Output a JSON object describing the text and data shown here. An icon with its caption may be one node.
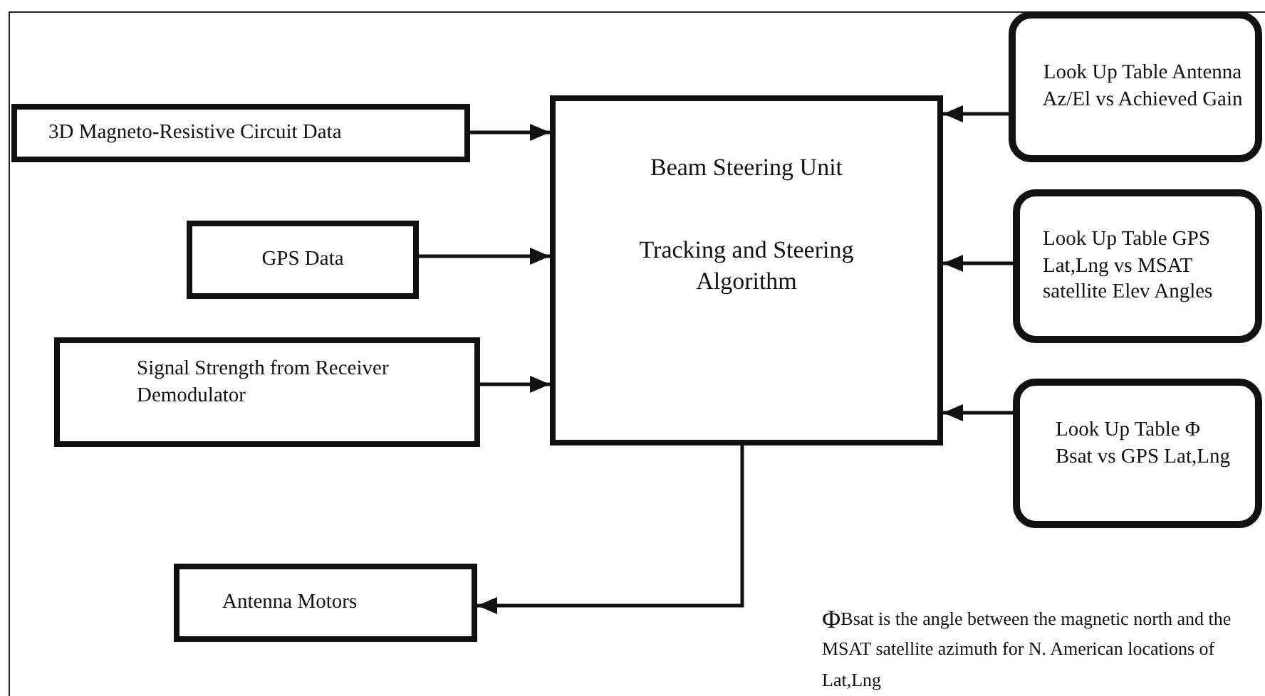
{
  "diagram": {
    "nodes": [
      {
        "text": [
          "Beam Steering Unit",
          "Tracking and Steering Algorithm"
        ]
      },
      {
        "text": [
          "3D Magneto-Resistive Circuit Data"
        ]
      },
      {
        "text": [
          "GPS Data"
        ]
      },
      {
        "text": [
          "Signal Strength from Receiver Demodulator"
        ]
      },
      {
        "text": [
          "Antenna Motors"
        ]
      },
      {
        "text": [
          "Look Up Table Antenna Az/El vs Achieved Gain"
        ]
      },
      {
        "text": [
          "Look Up Table GPS Lat,Lng vs MSAT satellite Elev Angles"
        ]
      },
      {
        "text": [
          "Look Up Table Φ Bsat vs GPS Lat,Lng"
        ]
      }
    ],
    "edges": [
      {
        "from": 1,
        "to": 0,
        "arrow": "to"
      },
      {
        "from": 2,
        "to": 0,
        "arrow": "to"
      },
      {
        "from": 3,
        "to": 0,
        "arrow": "to"
      },
      {
        "from": 5,
        "to": 0,
        "arrow": "to"
      },
      {
        "from": 6,
        "to": 0,
        "arrow": "to"
      },
      {
        "from": 7,
        "to": 0,
        "arrow": "to"
      },
      {
        "from": 0,
        "to": 4,
        "arrow": "to"
      }
    ],
    "labels": [
      "$^{Φ}$Bsat is the angle between the magnetic north and the MSAT satellite azimuth for N. American locations of Lat,Lng"
    ]
  }
}
